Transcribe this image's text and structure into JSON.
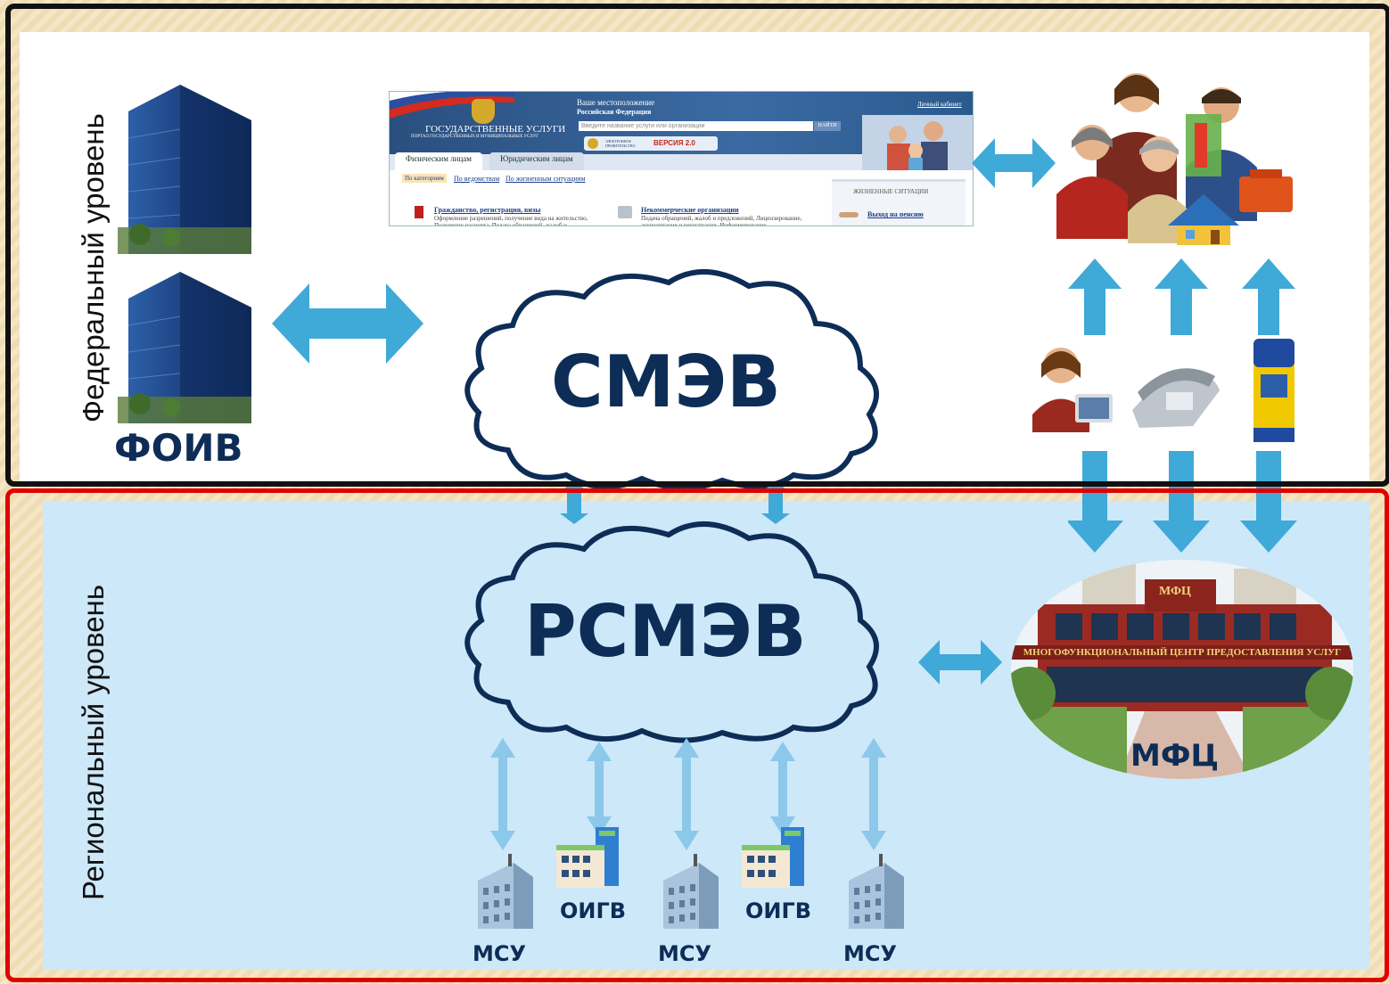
{
  "labels": {
    "federal_level": "Федеральный уровень",
    "regional_level": "Региональный уровень",
    "foiv": "ФОИВ",
    "smev": "СМЭВ",
    "rsmev": "РСМЭВ",
    "mfc": "МФЦ",
    "msu": "МСУ",
    "oigv": "ОИГВ"
  },
  "portal": {
    "location_prefix": "Ваше местоположение",
    "location": "Российская Федерация",
    "personal_cabinet": "Личный кабинет",
    "title": "ГОСУДАРСТВЕННЫЕ УСЛУГИ",
    "subtitle": "ПОРТАЛ ГОСУДАРСТВЕННЫХ И МУНИЦИПАЛЬНЫХ УСЛУГ",
    "search_placeholder": "Введите название услуги или организации",
    "search_button": "НАЙТИ",
    "egov_label": "ЭЛЕКТРОННОЕ ПРАВИТЕЛЬСТВО",
    "version": "ВЕРСИЯ 2.0",
    "tab_individuals": "Физическим лицам",
    "tab_legal": "Юридическим лицам",
    "filter_categories": "По категориям",
    "filter_departments": "По ведомствам",
    "filter_situations": "По жизненным ситуациям",
    "item1_title": "Гражданство, регистрация, визы",
    "item1_text": "Оформление разрешений, получение вида на жительство, Получение паспорта. Подача обращений, жалоб и",
    "item2_title": "Некоммерческие организации",
    "item2_text": "Подача обращений, жалоб и предложений, Лицензирование, аккредитация и регистрация. Информирование ...",
    "life_situations": "ЖИЗНЕННЫЕ СИТУАЦИИ",
    "pension": "Выход на пенсию"
  },
  "mfc_sign": "МНОГОФУНКЦИОНАЛЬНЫЙ ЦЕНТР ПРЕДОСТАВЛЕНИЯ УСЛУГ",
  "mfc_roof_sign": "МФЦ",
  "colors": {
    "arrow": "#3fa9d8",
    "arrow_light": "#8cc8ea",
    "text_dark": "#0d2d57",
    "federal_frame": "#111111",
    "regional_frame": "#e00000",
    "regional_bg": "#cde8f8"
  }
}
